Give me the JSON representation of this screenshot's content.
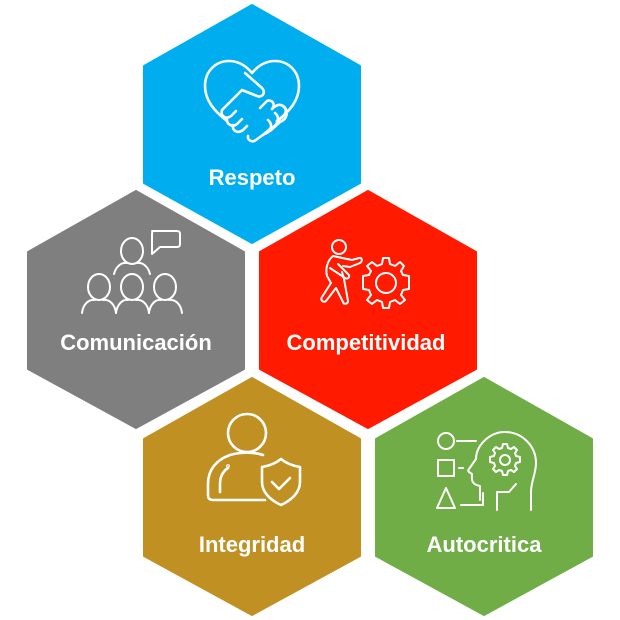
{
  "diagram": {
    "type": "hexagon-cluster",
    "hexagons": [
      {
        "id": "respeto",
        "label": "Respeto",
        "icon": "handshake-heart-icon",
        "color": "#00AEEF",
        "position": "top-center"
      },
      {
        "id": "comunicacion",
        "label": "Comunicación",
        "icon": "group-speech-bubble-icon",
        "color": "#7F7F7F",
        "position": "middle-left"
      },
      {
        "id": "competitividad",
        "label": "Competitividad",
        "icon": "person-pushing-gear-icon",
        "color": "#FF1A00",
        "position": "middle-right"
      },
      {
        "id": "integridad",
        "label": "Integridad",
        "icon": "person-shield-check-icon",
        "color": "#C09023",
        "position": "bottom-left"
      },
      {
        "id": "autocritica",
        "label": "Autocritica",
        "icon": "head-gear-shapes-icon",
        "color": "#70AD47",
        "position": "bottom-right"
      }
    ],
    "background": "#FFFFFF",
    "text_color": "#FFFFFF"
  }
}
